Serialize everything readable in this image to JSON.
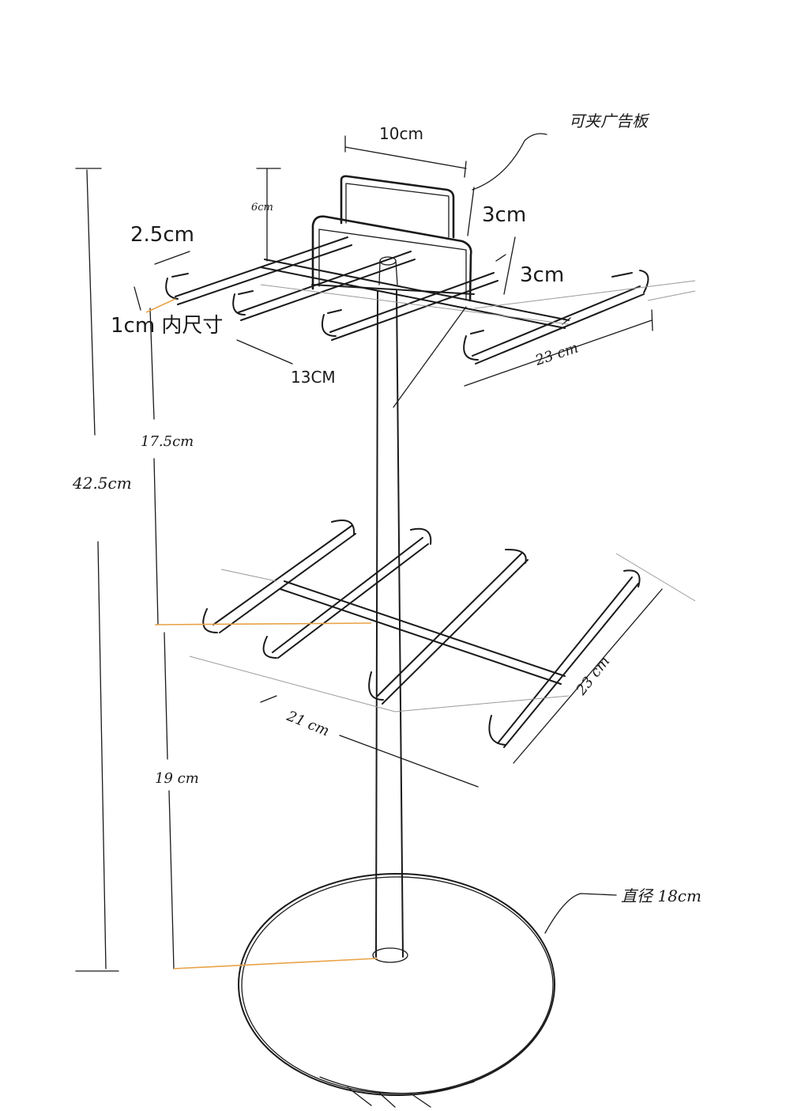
{
  "labels": {
    "ad_board_note": "可夹广告板",
    "board_width": "10cm",
    "board_height": "6cm",
    "board_front_gap": "3cm",
    "hook_spacing": "3cm",
    "hook_length": "2.5cm",
    "inner_size": "1cm 内尺寸",
    "cross_arm": "13CM",
    "top_arm_length": "23 cm",
    "tier_gap": "17.5cm",
    "total_height": "42.5cm",
    "lower_arm_width": "21 cm",
    "lower_arm_length": "23 cm",
    "base_height": "19 cm",
    "base_diameter": "直径 18cm"
  },
  "colors": {
    "ink": "#1a1a1a",
    "orange_guide": "#e8a348"
  }
}
